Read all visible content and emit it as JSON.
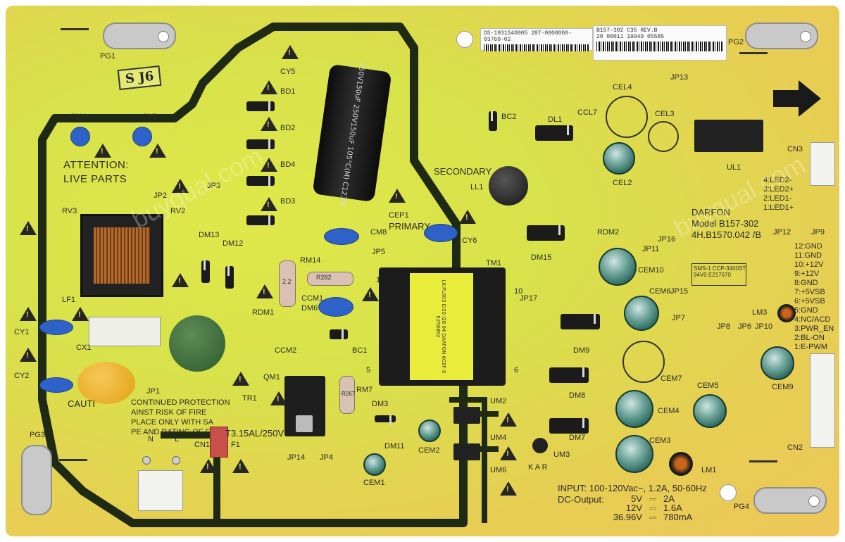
{
  "board": {
    "silkscreen_main": {
      "attention": "ATTENTION:",
      "live_parts": "LIVE PARTS",
      "secondary": "SECONDARY",
      "primary": "PRIMARY",
      "darfon": "DARFON",
      "model": "Model B157-302",
      "part_number": "4H.B1570.042 /B",
      "fuse_rating": "T3.15AL/250V",
      "handwritten_mark": "S J6",
      "caution_lines": [
        "CONTINUED PROTECTION",
        "AINST RISK OF FIRE",
        "PLACE ONLY WITH SA",
        "PE AND RATING OF FUSE"
      ],
      "caution_prefix": "CAUTI"
    },
    "stickers": {
      "left_line": "DS-1931S40005 28T-0000000-03760-02",
      "right_line1": "B157-302     C35    REV.B",
      "right_line2": "20 00011 19949 05585"
    },
    "ul_box": {
      "line1": "SMS-1 CCP-3400ST",
      "line2": "94V0  E217670"
    },
    "capacitor_sleeve": "250V150uF 250V150uF 105°C(M) C123M",
    "transformer_text": "LK-PL003 EI30 I28 04 DARFON 6C8F-5 E258862",
    "ratings": {
      "input": "INPUT: 100-120Vac~, 1.2A, 50-60Hz",
      "dc_output_label": "DC-Output:",
      "rows": [
        {
          "v": "5V",
          "a": "2A"
        },
        {
          "v": "12V",
          "a": "1.6A"
        },
        {
          "v": "36.96V",
          "a": "780mA"
        }
      ]
    },
    "pinout": [
      "4:LED2-",
      "3:LED2+",
      "2:LED1-",
      "1:LED1+",
      "12:GND",
      "11:GND",
      "10:+12V",
      "9:+12V",
      "8:GND",
      "7:+5VSB",
      "6:+5VSB",
      "5:GND",
      "4:NC/ACD",
      "3:PWR_EN",
      "2:BL-ON",
      "1:E-PWM"
    ],
    "refs": {
      "PG1": "PG1",
      "PG2": "PG2",
      "PG3": "PG3",
      "PG4": "PG4",
      "CY5": "CY5",
      "CY4": "CY4",
      "CY3": "CY3",
      "CY1": "CY1",
      "CY2": "CY2",
      "CY6": "CY6",
      "BD1": "BD1",
      "BD2": "BD2",
      "BD3": "BD3",
      "BD4": "BD4",
      "JP2": "JP2",
      "JP3": "JP3",
      "JP1": "JP1",
      "JP4": "JP4",
      "JP5": "JP5",
      "JP6": "JP6",
      "JP7": "JP7",
      "JP8": "JP8",
      "JP9": "JP9",
      "JP10": "JP10",
      "JP11": "JP11",
      "JP12": "JP12",
      "JP13": "JP13",
      "JP14": "JP14",
      "JP15": "JP15",
      "JP16": "JP16",
      "JP17": "JP17",
      "RV2": "RV2",
      "RV3": "RV3",
      "LF1": "LF1",
      "CX1": "CX1",
      "DM11": "DM11",
      "DM12": "DM12",
      "DM13": "DM13",
      "DM15": "DM15",
      "DL1": "DL1",
      "DM6": "DM6",
      "DM7": "DM7",
      "DM8": "DM8",
      "DM9": "DM9",
      "RM14": "RM14",
      "RDM1": "RDM1",
      "RDM2": "RDM2",
      "RM7": "RM7",
      "CEP1": "CEP1",
      "CM8": "CM8",
      "CCM1": "CCM1",
      "CCM2": "CCM2",
      "CCL7": "CCL7",
      "BC1": "BC1",
      "BC2": "BC2",
      "CEL2": "CEL2",
      "CEL3": "CEL3",
      "CEL4": "CEL4",
      "LL1": "LL1",
      "TM1": "TM1",
      "UL1": "UL1",
      "CN1": "CN1",
      "CN2": "CN2",
      "CN3": "CN3",
      "CEM1": "CEM1",
      "CEM2": "CEM2",
      "CEM3": "CEM3",
      "CEM4": "CEM4",
      "CEM5": "CEM5",
      "CEM6": "CEM6",
      "CEM7": "CEM7",
      "CEM9": "CEM9",
      "CEM10": "CEM10",
      "DM3": "DM3",
      "QM1": "QM1",
      "TR1": "TR1",
      "F1": "F1",
      "UM2": "UM2",
      "UM3": "UM3",
      "UM4": "UM4",
      "UM6": "UM6",
      "LM1": "LM1",
      "LM3": "LM3",
      "KAR": "K A R",
      "N": "N",
      "L": "L"
    },
    "resistor_codes": {
      "rdm1": "2.2",
      "rm14": "R282",
      "rm7": "R267"
    },
    "pin_numbers": {
      "p1": "1",
      "p5": "5",
      "p6": "6",
      "p10": "10"
    },
    "watermark": "buyqual.com"
  },
  "colors": {
    "board_center": "#dfe94a",
    "board_edge": "#eec65a",
    "trace_dark": "#1f2a14",
    "y_capacitor": "#2f62c9",
    "transformer_core": "#e9ec3a",
    "electrolytic": "#2f6b60"
  }
}
